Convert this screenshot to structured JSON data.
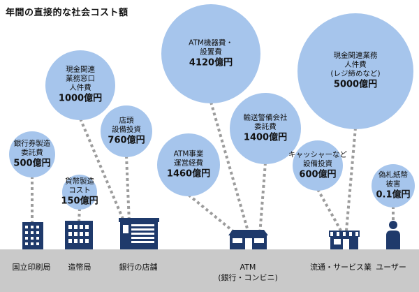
{
  "title": "年間の直接的な社会コスト額",
  "colors": {
    "bubble": "#a6c5ec",
    "icon": "#1f3a6b",
    "dots": "#9c9c9c",
    "ground": "#c9c9c9",
    "text": "#111111"
  },
  "chart_data": {
    "type": "bubble",
    "unit": "億円",
    "bubbles": [
      {
        "label": [
          "銀行券製造",
          "委託費"
        ],
        "value_text": "500億円",
        "value": 500,
        "location": 0
      },
      {
        "label": [
          "貨幣製造",
          "コスト"
        ],
        "value_text": "150億円",
        "value": 150,
        "location": 1
      },
      {
        "label": [
          "現金関連",
          "業務窓口",
          "人件費"
        ],
        "value_text": "1000億円",
        "value": 1000,
        "location": 2
      },
      {
        "label": [
          "店頭",
          "設備投資"
        ],
        "value_text": "760億円",
        "value": 760,
        "location": 2
      },
      {
        "label": [
          "ATM事業",
          "運営経費"
        ],
        "value_text": "1460億円",
        "value": 1460,
        "location": 3
      },
      {
        "label": [
          "ATM機器費・",
          "設置費"
        ],
        "value_text": "4120億円",
        "value": 4120,
        "location": 3
      },
      {
        "label": [
          "輸送警備会社",
          "委託費"
        ],
        "value_text": "1400億円",
        "value": 1400,
        "location": 3
      },
      {
        "label": [
          "キャッシャーなど",
          "設備投資"
        ],
        "value_text": "600億円",
        "value": 600,
        "location": 4
      },
      {
        "label": [
          "現金関連業務",
          "人件費",
          "(レジ締めなど)"
        ],
        "value_text": "5000億円",
        "value": 5000,
        "location": 4
      },
      {
        "label": [
          "偽札紙幣",
          "被害"
        ],
        "value_text": "0.1億円",
        "value": 0.1,
        "location": 5
      }
    ],
    "locations": [
      {
        "name": [
          "国立印刷局"
        ],
        "icon": "office-building-icon"
      },
      {
        "name": [
          "造幣局"
        ],
        "icon": "factory-building-icon"
      },
      {
        "name": [
          "銀行の店舗"
        ],
        "icon": "bank-branch-icon"
      },
      {
        "name": [
          "ATM",
          "(銀行・コンビニ)"
        ],
        "icon": "atm-shop-icon"
      },
      {
        "name": [
          "流通・サービス業"
        ],
        "icon": "store-icon"
      },
      {
        "name": [
          "ユーザー"
        ],
        "icon": "person-icon"
      }
    ]
  }
}
